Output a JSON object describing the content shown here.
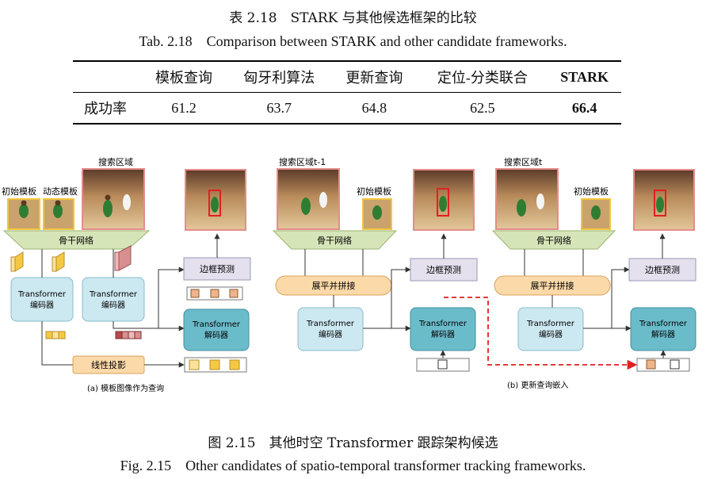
{
  "table": {
    "caption_cn": "表 2.18　STARK 与其他候选框架的比较",
    "caption_en": "Tab. 2.18　Comparison between STARK and other candidate frameworks.",
    "headers": [
      "",
      "模板查询",
      "匈牙利算法",
      "更新查询",
      "定位-分类联合",
      "STARK"
    ],
    "row_label": "成功率",
    "values": [
      "61.2",
      "63.7",
      "64.8",
      "62.5",
      "66.4"
    ]
  },
  "figure": {
    "caption_cn": "图 2.15　其他时空 Transformer 跟踪架构候选",
    "caption_en": "Fig. 2.15　Other candidates of spatio-temporal transformer tracking frameworks.",
    "panel_a": {
      "search_label": "搜索区域",
      "init_template": "初始模板",
      "dyn_template": "动态模板",
      "backbone": "骨干网络",
      "encoder1_line1": "Transformer",
      "encoder1_line2": "编码器",
      "encoder2_line1": "Transformer",
      "encoder2_line2": "编码器",
      "decoder_line1": "Transformer",
      "decoder_line2": "解码器",
      "bbox_pred": "边框预测",
      "linear_proj": "线性投影",
      "sub_caption": "(a)  模板图像作为查询"
    },
    "panel_b": {
      "search_label_1": "搜索区域t-1",
      "init_template_1": "初始模板",
      "search_label_2": "搜索区域t",
      "init_template_2": "初始模板",
      "backbone": "骨干网络",
      "flatten_concat": "展平并拼接",
      "encoder_line1": "Transformer",
      "encoder_line2": "编码器",
      "decoder_line1": "Transformer",
      "decoder_line2": "解码器",
      "bbox_pred": "边框预测",
      "sub_caption": "(b)  更新查询嵌入"
    },
    "colors": {
      "backbone": "#d6e5b8",
      "encoder": "#cce8f0",
      "decoder": "#6bbccb",
      "bbox_box": "#e4e0ee",
      "flatten": "#fbd9a9",
      "linear": "#fbd9a9",
      "red_arrow": "#e02020",
      "template_border": "#f2c43c",
      "search_border": "#e58c8c"
    }
  }
}
